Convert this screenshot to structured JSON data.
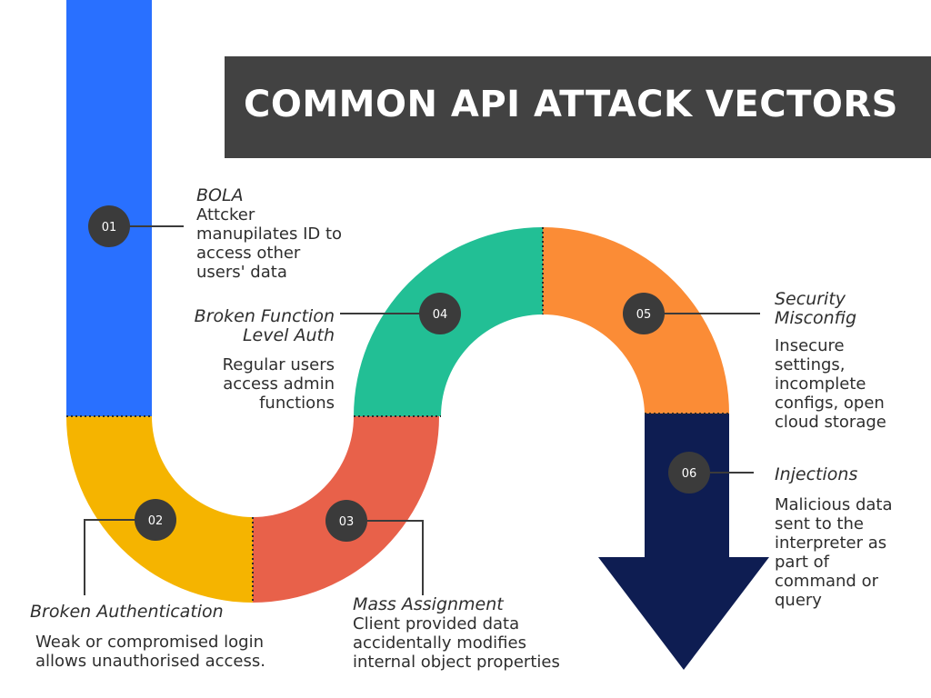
{
  "title": "COMMON API ATTACK VECTORS",
  "colors": {
    "title_bg": "#424242",
    "stage_01": "#2970ff",
    "stage_02": "#f5b400",
    "stage_03": "#e8614a",
    "stage_04": "#22bf95",
    "stage_05": "#fb8c36",
    "stage_06": "#0e1d52",
    "badge": "#3b3b3b",
    "text": "#2e2e2e"
  },
  "stages": [
    {
      "number": "01",
      "title": "BOLA",
      "description": [
        "Attcker",
        "manupilates ID to",
        "access other",
        "users' data"
      ]
    },
    {
      "number": "02",
      "title": "Broken Authentication",
      "description": [
        "Weak or compromised login",
        "allows unauthorised access."
      ]
    },
    {
      "number": "03",
      "title": "Mass Assignment",
      "description": [
        "Client provided data",
        "accidentally modifies",
        "internal object properties"
      ]
    },
    {
      "number": "04",
      "title": [
        "Broken Function",
        "Level Auth"
      ],
      "description": [
        "Regular users",
        "access admin",
        "functions"
      ]
    },
    {
      "number": "05",
      "title": [
        "Security",
        "Misconfig"
      ],
      "description": [
        "Insecure",
        "settings,",
        "incomplete",
        "configs, open",
        "cloud storage"
      ]
    },
    {
      "number": "06",
      "title": "Injections",
      "description": [
        "Malicious data",
        "sent to the",
        "interpreter as",
        "part of",
        "command or",
        "query"
      ]
    }
  ]
}
